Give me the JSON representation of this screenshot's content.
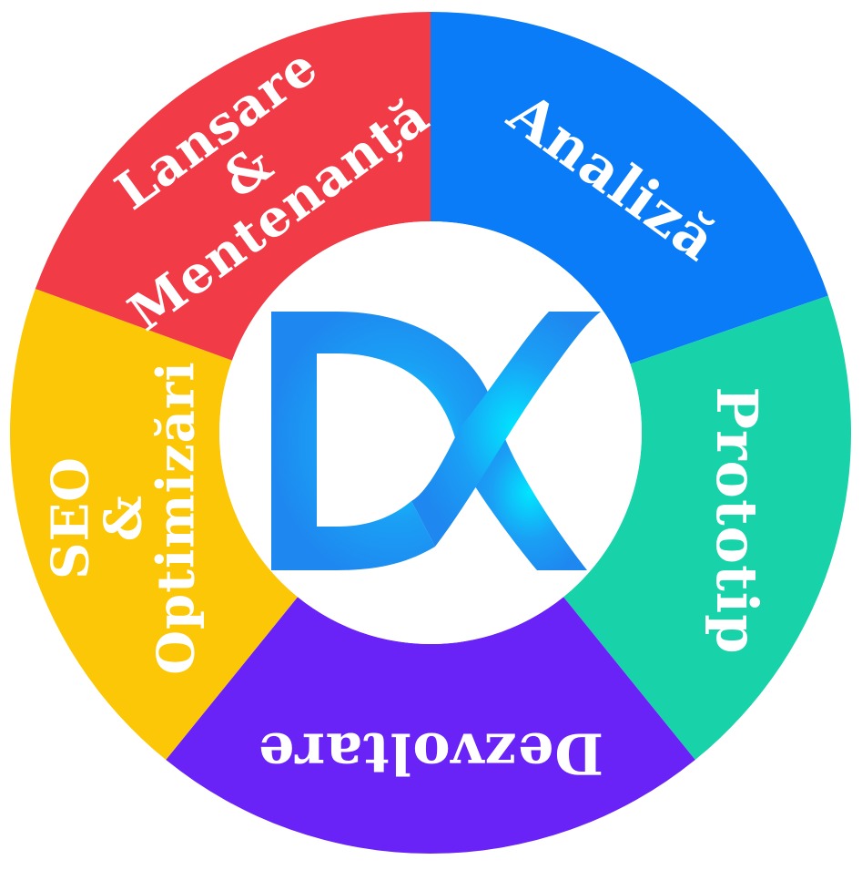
{
  "segments": [
    {
      "id": "analiza",
      "label_lines": [
        "Analiză"
      ],
      "color": "#0b7cf7"
    },
    {
      "id": "prototip",
      "label_lines": [
        "Prototip"
      ],
      "color": "#18d3aa"
    },
    {
      "id": "dezvoltare",
      "label_lines": [
        "Dezvoltare"
      ],
      "color": "#6a23f7"
    },
    {
      "id": "seo",
      "label_lines": [
        "SEO",
        "&",
        "Optimizări"
      ],
      "color": "#fcc707"
    },
    {
      "id": "lansare",
      "label_lines": [
        "Lansare",
        "&",
        "Mentenanță"
      ],
      "color": "#f13c47"
    }
  ],
  "center": {
    "logo_letters": "DX",
    "logo_color": "#1aa0f5",
    "logo_glow": "#00e0ff"
  }
}
